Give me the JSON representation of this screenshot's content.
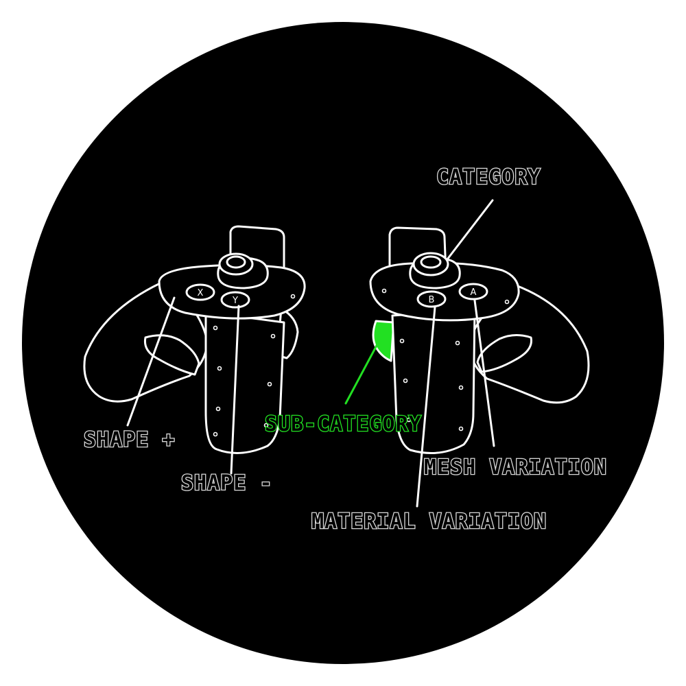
{
  "colors": {
    "background": "#ffffff",
    "disc": "#000000",
    "outline": "#ffffff",
    "label_fill": "#000000",
    "label_outline": "#d8d8d8",
    "highlight": "#22e022"
  },
  "icons": {
    "left_controller": "vr-controller-left-icon",
    "right_controller": "vr-controller-right-icon"
  },
  "left_controller": {
    "buttons": [
      {
        "glyph": "X"
      },
      {
        "glyph": "Y"
      }
    ]
  },
  "right_controller": {
    "buttons": [
      {
        "glyph": "B"
      },
      {
        "glyph": "A"
      }
    ]
  },
  "labels": {
    "category": "CATEGORY",
    "sub_category": "SUB-CATEGORY",
    "shape_plus": "SHAPE +",
    "shape_minus": "SHAPE -",
    "mesh_variation": "MESH VARIATION",
    "material_variation": "MATERIAL VARIATION"
  }
}
